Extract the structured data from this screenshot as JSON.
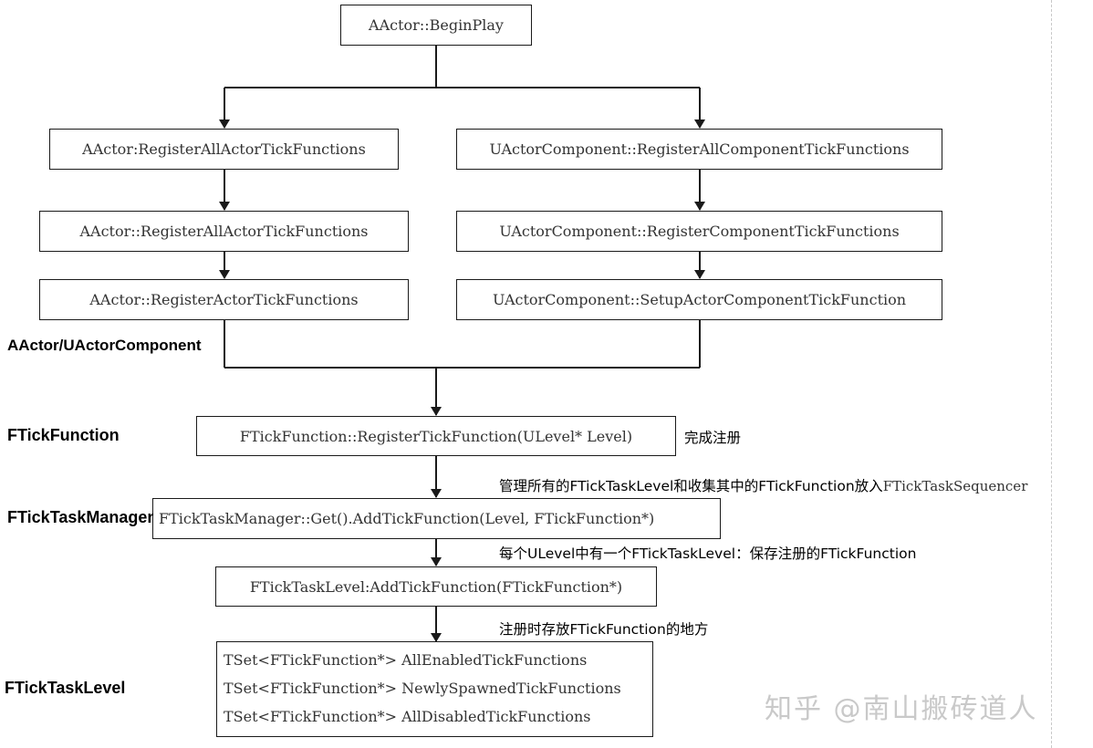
{
  "boxes": {
    "begin_play": "AActor::BeginPlay",
    "actor_register_all_1": "AActor:RegisterAllActorTickFunctions",
    "component_register_all": "UActorComponent::RegisterAllComponentTickFunctions",
    "actor_register_all_2": "AActor::RegisterAllActorTickFunctions",
    "component_register": "UActorComponent::RegisterComponentTickFunctions",
    "actor_register": "AActor::RegisterActorTickFunctions",
    "component_setup": "UActorComponent::SetupActorComponentTickFunction",
    "register_tick_function": "FTickFunction::RegisterTickFunction(ULevel* Level)",
    "manager_add": "FTickTaskManager::Get().AddTickFunction(Level, FTickFunction*)",
    "level_add": "FTickTaskLevel:AddTickFunction(FTickFunction*)",
    "level_sets": [
      "TSet<FTickFunction*> AllEnabledTickFunctions",
      "TSet<FTickFunction*> NewlySpawnedTickFunctions",
      "TSet<FTickFunction*> AllDisabledTickFunctions"
    ]
  },
  "side_labels": {
    "actor_component": "AActor/UActorComponent",
    "tick_function": "FTickFunction",
    "task_manager": "FTickTaskManager",
    "task_level": "FTickTaskLevel"
  },
  "notes": {
    "register_done": "完成注册",
    "manager_note_main": "管理所有的FTickTaskLevel和收集其中的FTickFunction放入",
    "manager_note_tail": "FTickTaskSequencer",
    "level_note": "每个ULevel中有一个FTickTaskLevel：保存注册的FTickFunction",
    "storage_note": "注册时存放FTickFunction的地方"
  },
  "watermark": "知乎 @南山搬砖道人",
  "colors": {
    "stroke": "#1a1a1a",
    "box_text": "#333333",
    "watermark": "#c9c9c9"
  }
}
